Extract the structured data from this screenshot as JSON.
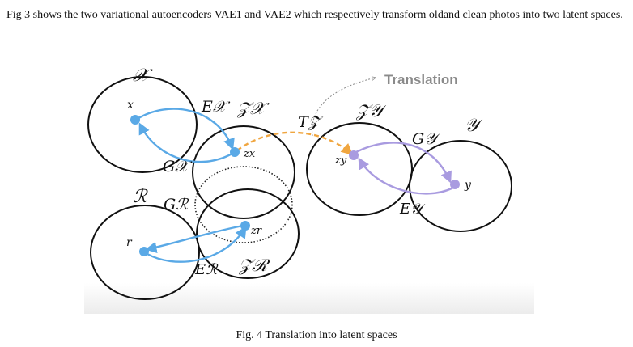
{
  "intro_text": "Fig 3 shows the two variational autoencoders VAE1 and VAE2 which respectively transform oldand clean photos into two latent spaces.",
  "caption": "Fig. 4 Translation into latent spaces",
  "figure": {
    "colors": {
      "blue": "#5aa9e6",
      "purple": "#a99be0",
      "orange": "#f0a640",
      "circle": "#111111",
      "dotted_circle": "#222222",
      "translation_label": "#8a8a8a",
      "ground": "#ececec"
    },
    "labels": {
      "domain_x": "𝒳",
      "domain_r": "ℛ",
      "domain_y": "𝒴",
      "point_x": "x",
      "point_r": "r",
      "point_y": "y",
      "latent_x_space": "𝒵𝒳",
      "latent_r_space": "𝒵ℛ",
      "latent_y_space": "𝒵𝒴",
      "latent_zx": "z𝑥",
      "latent_zr": "zr",
      "latent_zy": "z𝑦",
      "encoder_x": "E𝒳",
      "generator_x": "G𝒳",
      "encoder_r": "Eℛ",
      "generator_r": "Gℛ",
      "encoder_y": "E𝒴",
      "generator_y": "G𝒴",
      "mapping_t": "T𝒵",
      "translation": "Translation"
    }
  }
}
